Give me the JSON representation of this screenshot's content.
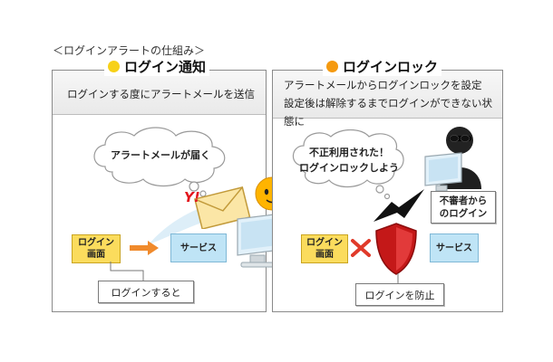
{
  "caption": "＜ログインアラートの仕組み＞",
  "left_panel": {
    "title": "ログイン通知",
    "dot_color": "#f7d118",
    "description": "ログインする度にアラートメールを送信",
    "bubble": "アラートメールが届く",
    "box_login": "ログイン\n画面",
    "box_service": "サービス",
    "arrow_color": "#f08a2c",
    "bottom_label": "ログインすると"
  },
  "right_panel": {
    "title": "ログインロック",
    "dot_color": "#f59a10",
    "description_line1": "アラートメールからログインロックを設定",
    "description_line2": "設定後は解除するまでログインができない状態に",
    "bubble": "不正利用された！\nログインロックしよう",
    "box_login": "ログイン\n画面",
    "box_service": "サービス",
    "intruder_label": "不審者から\nのログイン",
    "bottom_label": "ログインを防止",
    "cross_color": "#e03a2a",
    "shield_color": "#c41818"
  },
  "mail_logo": "Y!"
}
